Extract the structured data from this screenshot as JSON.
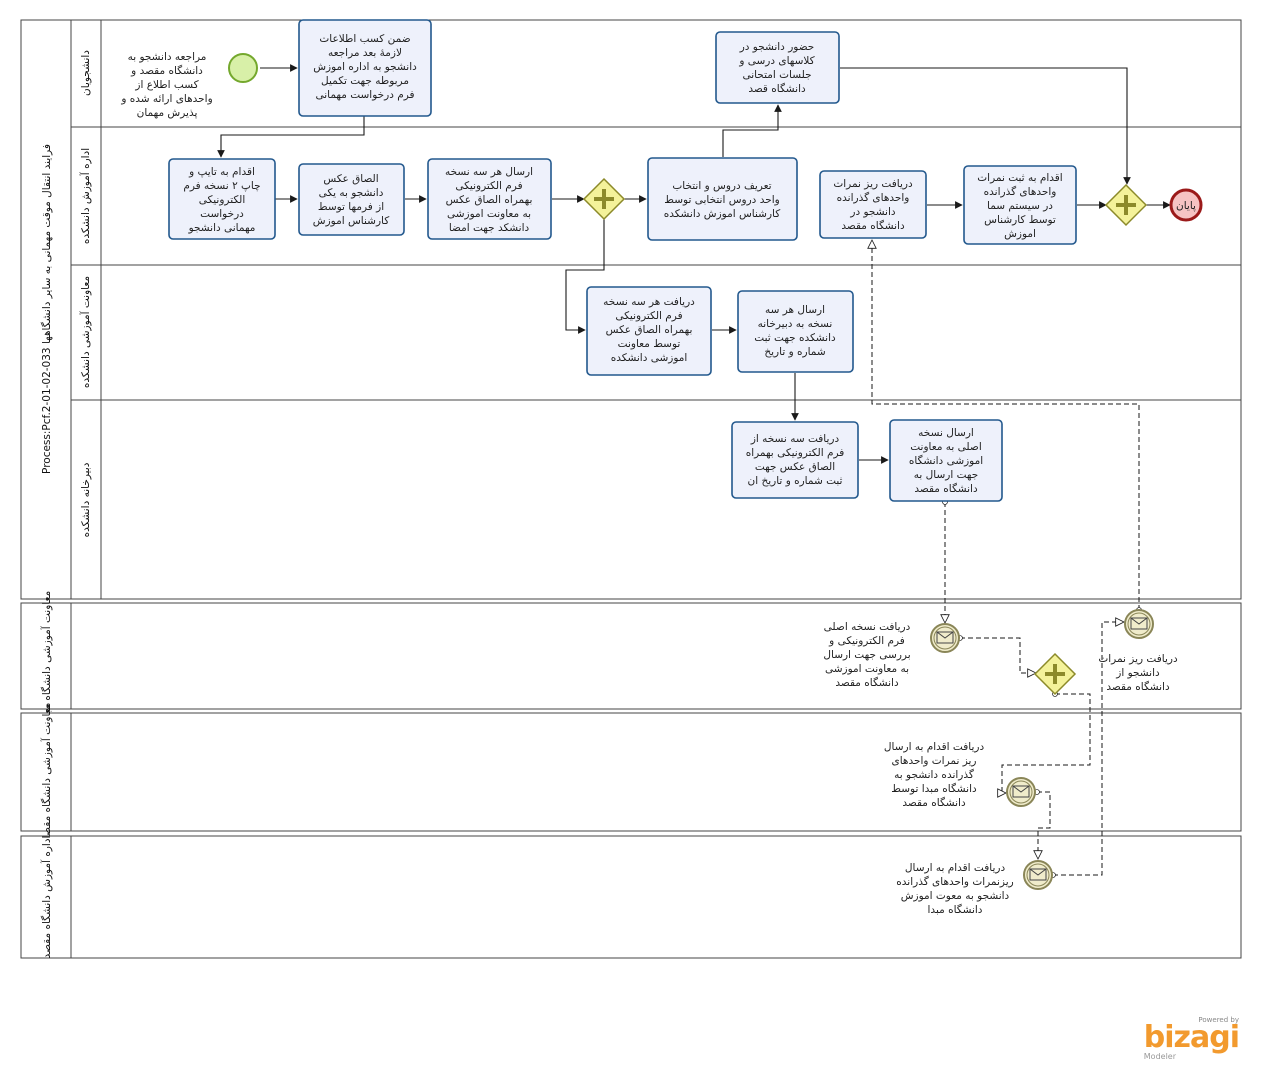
{
  "main_pool": {
    "title": "Process:Pcf.2-01-02-033 فرایند انتقال موقت مهمانی به سایر دانشگاهها",
    "lanes": [
      "دانشجویان",
      "اداره آموزش دانشکده",
      "معاونت آموزشی دانشکده",
      "دبیرخانه دانشکده"
    ]
  },
  "pools": [
    "معاونت آموزشی دانشگاه مبدأ",
    "معاونت آموزشی دانشگاه مقصد",
    "اداره آموزش دانشگاه مقصد"
  ],
  "start_note": [
    "مراجعه دانشجو به",
    "دانشگاه مقصد و",
    "کسب اطلاع از",
    "واحدهای ارائه شده و",
    "پذیرش مهمان"
  ],
  "end_label": "پایان",
  "tasks": {
    "t1": [
      "ضمن کسب اطلاعات",
      "لازمهٔ بعد مراجعه",
      "دانشجو به اداره اموزش",
      "مربوطه جهت تکمیل",
      "فرم درخواست مهمانی"
    ],
    "t2": [
      "حضور دانشجو در",
      "کلاسهای درسی و",
      "جلسات امتحانی",
      "دانشگاه قصد"
    ],
    "t3": [
      "اقدام به تایپ و",
      "چاپ ۲ نسخه فرم",
      "الکترونیکی",
      "درخواست",
      "مهمانی دانشجو"
    ],
    "t4": [
      "الصاق عکس",
      "دانشجو به یکی",
      "از فرمها توسط",
      "کارشناس اموزش"
    ],
    "t5": [
      "ارسال هر سه نسخه",
      "فرم الکترونیکی",
      "بهمراه الصاق عکس",
      "به معاونت اموزشی",
      "دانشکد جهت امضا"
    ],
    "t6": [
      "تعریف دروس و انتخاب",
      "واحد دروس انتخابی توسط",
      "کارشناس اموزش دانشکده"
    ],
    "t7": [
      "دریافت ریز نمرات",
      "واحدهای گذرانده",
      "دانشجو در",
      "دانشگاه مقصد"
    ],
    "t8": [
      "اقدام به ثبت نمرات",
      "واحدهای گذرانده",
      "در سیستم سما",
      "توسط کارشناس",
      "اموزش"
    ],
    "t9": [
      "دریافت هر سه نسخه",
      "فرم الکترونیکی",
      "بهمراه الصاق عکس",
      "توسط معاونت",
      "اموزشی دانشکده"
    ],
    "t10": [
      "ارسال هر سه",
      "نسخه به دبیرخانه",
      "دانشکده جهت ثبت",
      "شماره و تاریخ"
    ],
    "t11": [
      "دریافت سه نسخه از",
      "فرم الکترونیکی بهمراه",
      "الصاق عکس جهت",
      "ثبت شماره و تاریخ ان"
    ],
    "t12": [
      "ارسال نسخه",
      "اصلی به معاونت",
      "اموزشی دانشگاه",
      "جهت ارسال به",
      "دانشگاه مقصد"
    ]
  },
  "events": {
    "e1": [
      "دریافت نسخه اصلی",
      "فرم الکترونیکی و",
      "بررسی جهت ارسال",
      "به معاونت اموزشی",
      "دانشگاه مقصد"
    ],
    "e2": [
      "دریافت ریز نمرات",
      "دانشجو از",
      "دانشگاه مقصد"
    ],
    "e3": [
      "دریافت اقدام به ارسال",
      "ریز نمرات واحدهای",
      "گذرانده دانشجو به",
      "دانشگاه مبدا توسط",
      "دانشگاه مقصد"
    ],
    "e4": [
      "دریافت اقدام به ارسال",
      "ریزنمرات واحدهای گذرانده",
      "دانشجو به معوت اموزش",
      "دانشگاه مبدا"
    ]
  },
  "logo": {
    "powered": "Powered by",
    "brand": "bizagi",
    "sub": "Modeler"
  },
  "colors": {
    "task_fill": "#eef1fb",
    "task_stroke": "#22588d",
    "start_fill": "#d8f0a8",
    "start_stroke": "#74a82d",
    "end_fill": "#f6c3c3",
    "end_stroke": "#9b1a1a",
    "gateway_fill": "#f4f29a",
    "gateway_stroke": "#8c8a2a",
    "event_fill": "#f0eccb",
    "event_stroke": "#8a8658"
  }
}
